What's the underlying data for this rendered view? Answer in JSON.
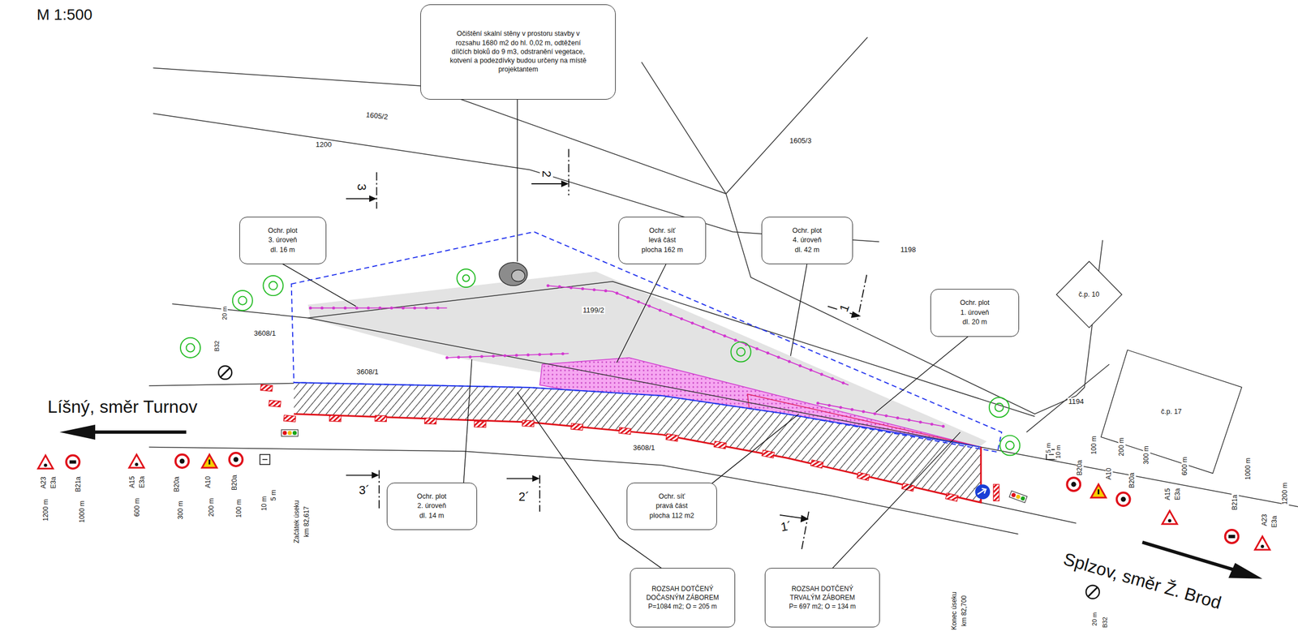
{
  "diagram": {
    "nodes": [
      {
        "text": [
          "Očištění skalní stěny v prostoru stavby v rozsahu 1680 m2 do hl. 0,02 m, odtěžení dílčích bloků do 9 m3, odstranění vegetace, kotvení a podezdívky budou určeny na místě projektantem"
        ]
      },
      {
        "text": [
          "Ochr. plot",
          "3. úroveň",
          "dl. 16 m"
        ]
      },
      {
        "text": [
          "Ochr. síť",
          "levá část",
          "plocha 162 m"
        ]
      },
      {
        "text": [
          "Ochr. plot",
          "4. úroveň",
          "dl. 42 m"
        ]
      },
      {
        "text": [
          "č.p. 10"
        ]
      },
      {
        "text": [
          "Ochr. plot",
          "1. úroveň",
          "dl. 20 m"
        ]
      },
      {
        "text": [
          "č.p. 17"
        ]
      },
      {
        "text": [
          "Ochr. plot",
          "2. úroveň",
          "dl. 14 m"
        ]
      },
      {
        "text": [
          "Ochr. síť",
          "pravá část",
          "plocha 112 m2"
        ]
      },
      {
        "text": [
          "ROZSAH DOTČENÝ",
          "DOČASNÝM ZÁBOREM",
          "P=1084 m2; O = 205 m"
        ]
      },
      {
        "text": [
          "ROZSAH DOTČENÝ",
          "TRVALÝM ZÁBOREM",
          "P= 697 m2; O = 134 m"
        ]
      }
    ],
    "labels": [
      "M 1:500",
      "1605/2",
      "1200",
      "1605/3",
      "3",
      "2",
      "1198",
      "1199/2",
      "20 m",
      "B32",
      "3608/1",
      "3608/1",
      "1",
      "1194",
      "Líšný, směr Turnov",
      "3608/1",
      "A23",
      "E3a",
      "1200 m",
      "B21a",
      "1000 m",
      "A15",
      "E3a",
      "600 m",
      "B20a",
      "300 m",
      "A10",
      "200 m",
      "B20a",
      "100 m",
      "5 m",
      "10 m",
      "3´",
      "2´",
      "Začátek úseku",
      "km 82,617",
      "1´",
      "Konec úseku",
      "km 82,700",
      "Splzov, směr Ž. Brod",
      "5 m",
      "10 m",
      "B20a",
      "100 m",
      "A10",
      "200 m",
      "B20a",
      "300 m",
      "A15",
      "E3a",
      "600 m",
      "B21a",
      "1000 m",
      "A23",
      "E3a",
      "1200 m",
      "20 m",
      "B32"
    ]
  }
}
